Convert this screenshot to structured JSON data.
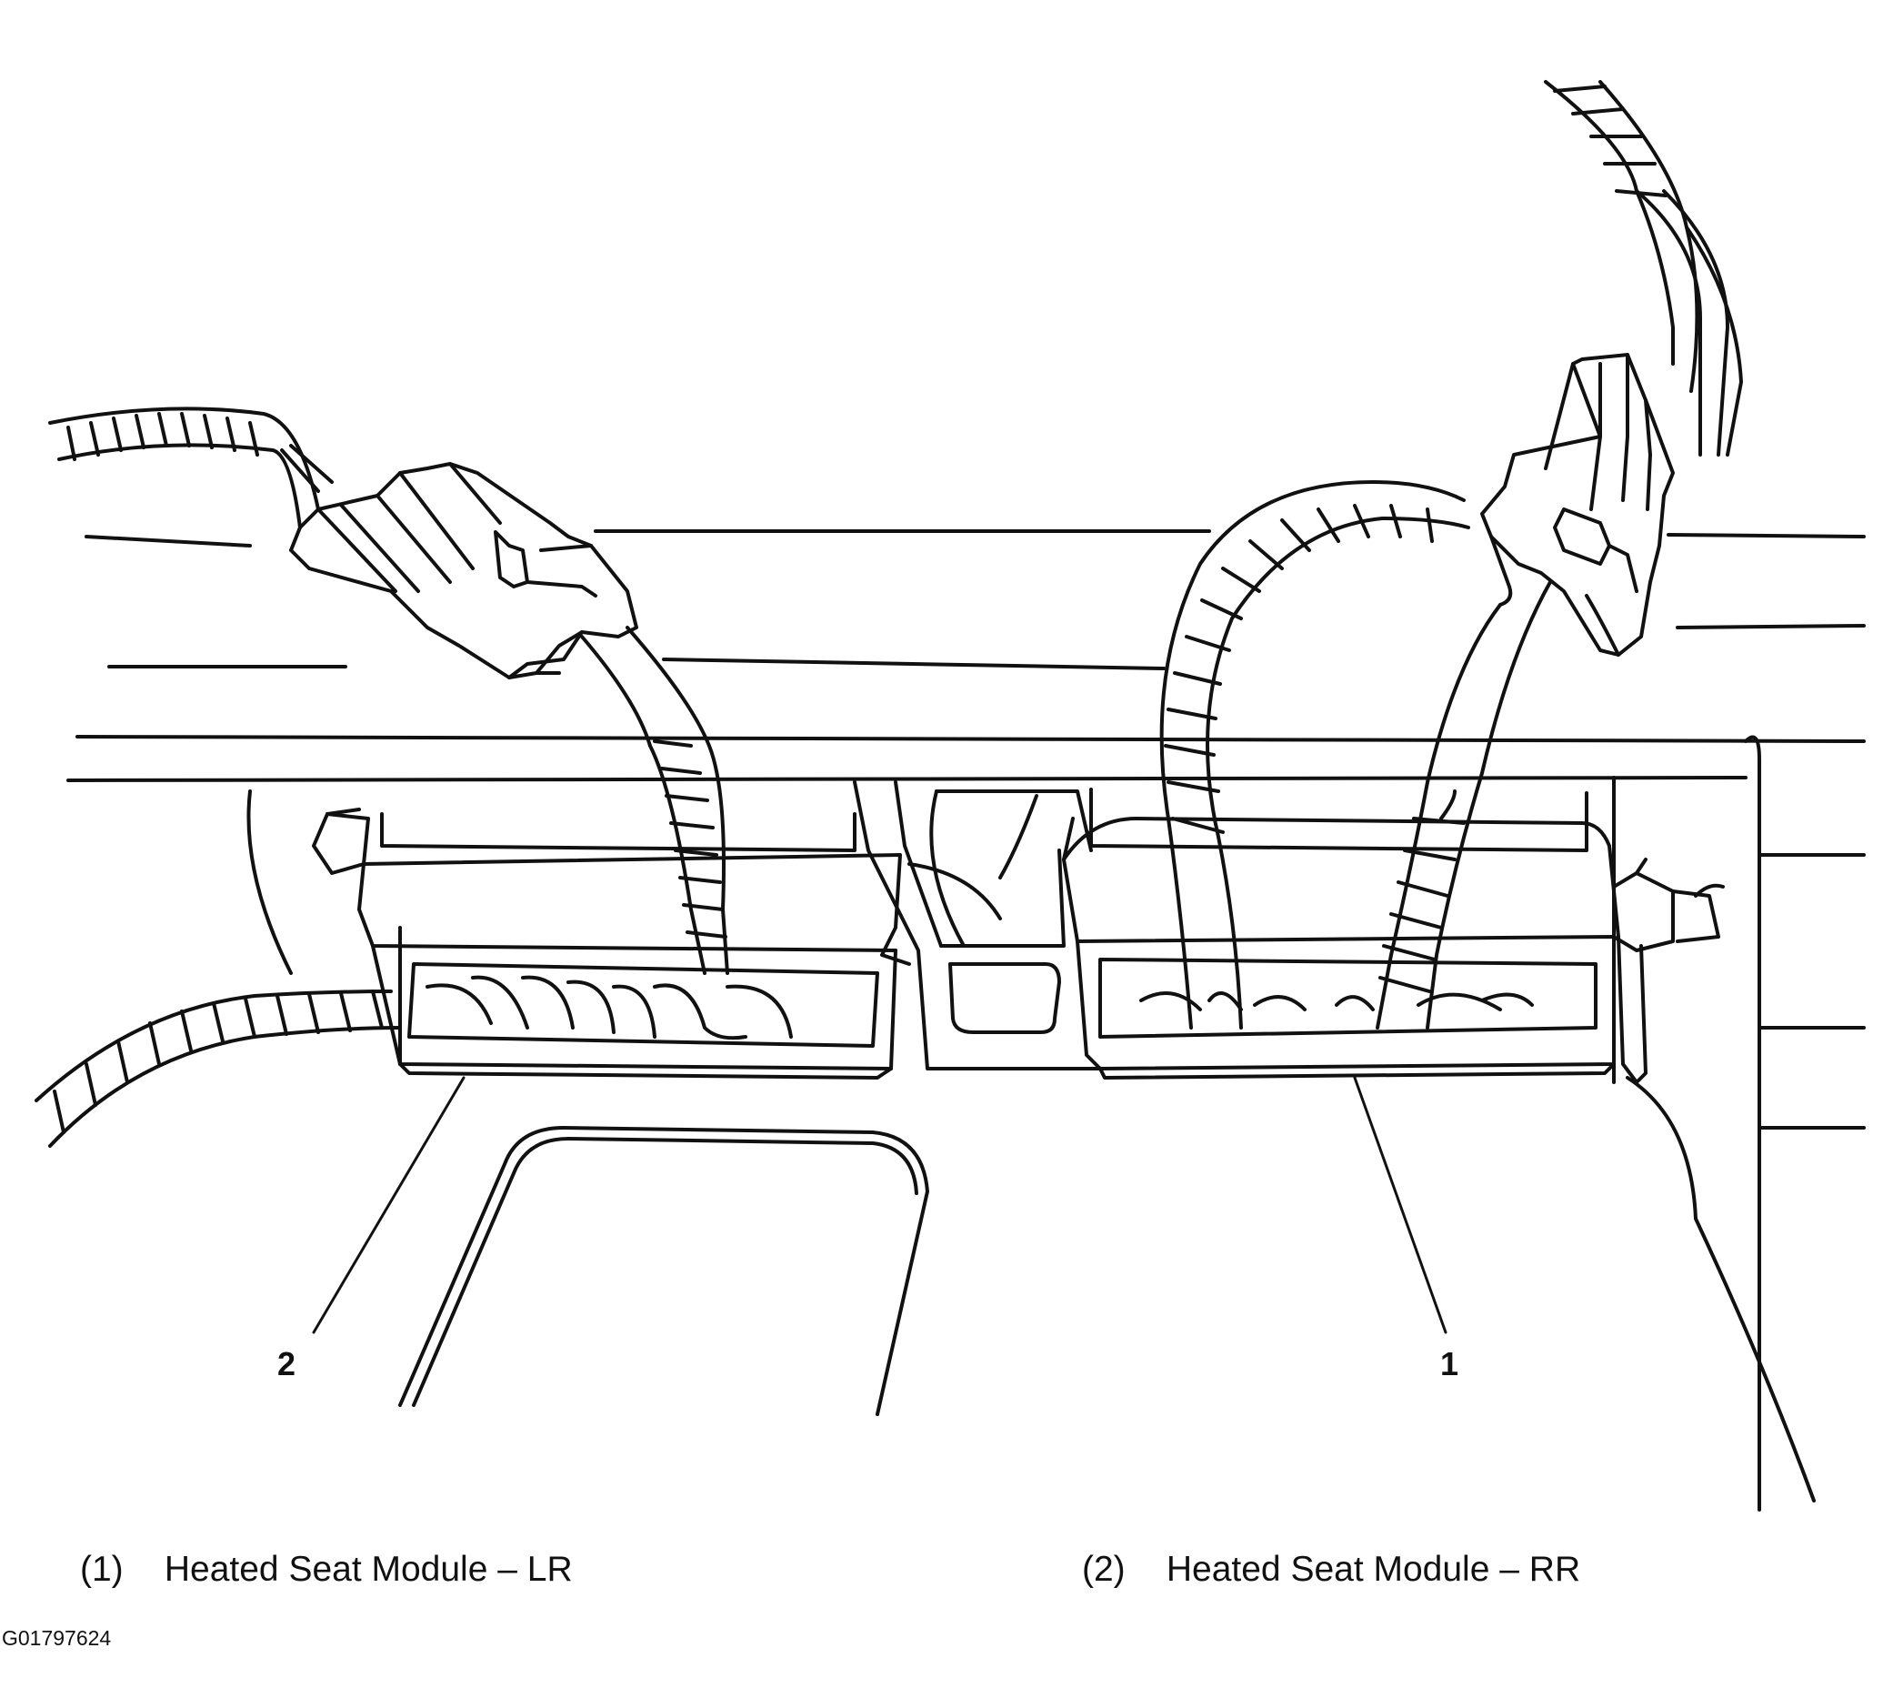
{
  "callouts": {
    "one": "1",
    "two": "2"
  },
  "legend": [
    {
      "number": "(1)",
      "label": "Heated Seat Module – LR"
    },
    {
      "number": "(2)",
      "label": "Heated Seat Module – RR"
    }
  ],
  "figure_id": "G01797624",
  "colors": {
    "ink": "#111111",
    "paper": "#ffffff"
  }
}
